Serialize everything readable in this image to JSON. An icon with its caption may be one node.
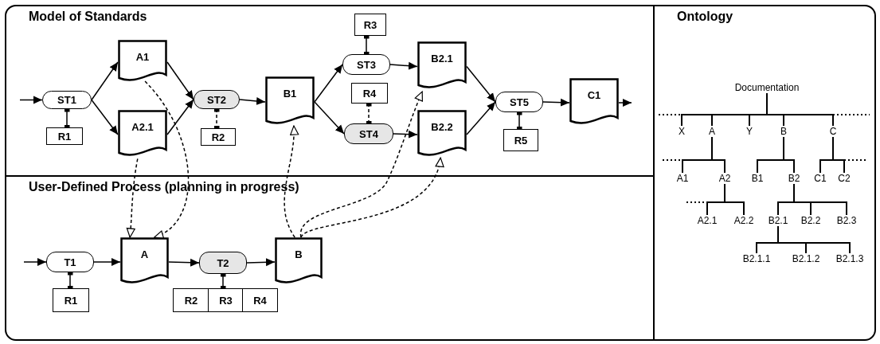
{
  "diagram": {
    "nodes": [
      {
        "text": [
          "Model of Standards"
        ]
      },
      {
        "text": [
          "ST1"
        ],
        "in": 0
      },
      {
        "text": [
          "R1"
        ],
        "in": 0
      },
      {
        "text": [
          "A1"
        ],
        "in": 0
      },
      {
        "text": [
          "A2.1"
        ],
        "in": 0
      },
      {
        "text": [
          "ST2"
        ],
        "in": 0
      },
      {
        "text": [
          "R2"
        ],
        "in": 0
      },
      {
        "text": [
          "B1"
        ],
        "in": 0
      },
      {
        "text": [
          "R3"
        ],
        "in": 0
      },
      {
        "text": [
          "ST3"
        ],
        "in": 0
      },
      {
        "text": [
          "R4"
        ],
        "in": 0
      },
      {
        "text": [
          "ST4"
        ],
        "in": 0
      },
      {
        "text": [
          "B2.1"
        ],
        "in": 0
      },
      {
        "text": [
          "B2.2"
        ],
        "in": 0
      },
      {
        "text": [
          "ST5"
        ],
        "in": 0
      },
      {
        "text": [
          "R5"
        ],
        "in": 0
      },
      {
        "text": [
          "C1"
        ],
        "in": 0
      },
      {
        "text": [
          "User-Defined Process (planning in progress)"
        ]
      },
      {
        "text": [
          "T1"
        ],
        "in": 17
      },
      {
        "text": [
          "R1"
        ],
        "in": 17
      },
      {
        "text": [
          "A"
        ],
        "in": 17
      },
      {
        "text": [
          "T2"
        ],
        "in": 17
      },
      {
        "text": [
          "R2"
        ],
        "in": 17
      },
      {
        "text": [
          "R3"
        ],
        "in": 17
      },
      {
        "text": [
          "R4"
        ],
        "in": 17
      },
      {
        "text": [
          "B"
        ],
        "in": 17
      },
      {
        "text": [
          "Ontology"
        ]
      },
      {
        "text": [
          "Documentation"
        ],
        "in": 26
      },
      {
        "text": [
          "X"
        ],
        "in": 26
      },
      {
        "text": [
          "A"
        ],
        "in": 26
      },
      {
        "text": [
          "Y"
        ],
        "in": 26
      },
      {
        "text": [
          "B"
        ],
        "in": 26
      },
      {
        "text": [
          "C"
        ],
        "in": 26
      },
      {
        "text": [
          "A1"
        ],
        "in": 26
      },
      {
        "text": [
          "A2"
        ],
        "in": 26
      },
      {
        "text": [
          "B1"
        ],
        "in": 26
      },
      {
        "text": [
          "B2"
        ],
        "in": 26
      },
      {
        "text": [
          "C1"
        ],
        "in": 26
      },
      {
        "text": [
          "C2"
        ],
        "in": 26
      },
      {
        "text": [
          "A2.1"
        ],
        "in": 26
      },
      {
        "text": [
          "A2.2"
        ],
        "in": 26
      },
      {
        "text": [
          "B2.1"
        ],
        "in": 26
      },
      {
        "text": [
          "B2.2"
        ],
        "in": 26
      },
      {
        "text": [
          "B2.3"
        ],
        "in": 26
      },
      {
        "text": [
          "B2.1.1"
        ],
        "in": 26
      },
      {
        "text": [
          "B2.1.2"
        ],
        "in": 26
      },
      {
        "text": [
          "B2.1.3"
        ],
        "in": 26
      }
    ],
    "edges": [
      {
        "from": null,
        "to": 1,
        "arrow": "to"
      },
      {
        "from": 1,
        "to": 3,
        "arrow": "to"
      },
      {
        "from": 1,
        "to": 4,
        "arrow": "to"
      },
      {
        "from": 1,
        "to": 2,
        "arrow": "other"
      },
      {
        "from": 3,
        "to": 5,
        "arrow": "to"
      },
      {
        "from": 4,
        "to": 5,
        "arrow": "to"
      },
      {
        "from": 5,
        "to": 6,
        "arrow": "other",
        "style": "dashed"
      },
      {
        "from": 5,
        "to": 7,
        "arrow": "to"
      },
      {
        "from": 7,
        "to": 9,
        "arrow": "to"
      },
      {
        "from": 7,
        "to": 11,
        "arrow": "to"
      },
      {
        "from": 9,
        "to": 8,
        "arrow": "other"
      },
      {
        "from": 11,
        "to": 10,
        "arrow": "other",
        "style": "dashed"
      },
      {
        "from": 9,
        "to": 12,
        "arrow": "to"
      },
      {
        "from": 11,
        "to": 13,
        "arrow": "to"
      },
      {
        "from": 12,
        "to": 14,
        "arrow": "to"
      },
      {
        "from": 13,
        "to": 14,
        "arrow": "to"
      },
      {
        "from": 14,
        "to": 15,
        "arrow": "other"
      },
      {
        "from": 14,
        "to": 16,
        "arrow": "to"
      },
      {
        "from": 16,
        "to": null,
        "arrow": "to"
      },
      {
        "from": null,
        "to": 18,
        "arrow": "to"
      },
      {
        "from": 18,
        "to": 20,
        "arrow": "to"
      },
      {
        "from": 18,
        "to": 19,
        "arrow": "other"
      },
      {
        "from": 20,
        "to": 21,
        "arrow": "to"
      },
      {
        "from": 21,
        "to": 23,
        "arrow": "other"
      },
      {
        "from": 21,
        "to": 25,
        "arrow": "to"
      },
      {
        "from": 4,
        "to": 20,
        "arrow": "to",
        "style": "dashed"
      },
      {
        "from": 3,
        "to": 20,
        "arrow": "to",
        "style": "dashed"
      },
      {
        "from": 25,
        "to": 7,
        "arrow": "to",
        "style": "dashed"
      },
      {
        "from": 25,
        "to": 12,
        "arrow": "to",
        "style": "dashed"
      },
      {
        "from": 25,
        "to": 13,
        "arrow": "to",
        "style": "dashed"
      },
      {
        "from": 27,
        "to": 28,
        "arrow": "none"
      },
      {
        "from": 27,
        "to": 29,
        "arrow": "none"
      },
      {
        "from": 27,
        "to": 30,
        "arrow": "none"
      },
      {
        "from": 27,
        "to": 31,
        "arrow": "none"
      },
      {
        "from": 27,
        "to": 32,
        "arrow": "none"
      },
      {
        "from": 29,
        "to": 33,
        "arrow": "none"
      },
      {
        "from": 29,
        "to": 34,
        "arrow": "none"
      },
      {
        "from": 31,
        "to": 35,
        "arrow": "none"
      },
      {
        "from": 31,
        "to": 36,
        "arrow": "none"
      },
      {
        "from": 32,
        "to": 37,
        "arrow": "none"
      },
      {
        "from": 32,
        "to": 38,
        "arrow": "none"
      },
      {
        "from": 34,
        "to": 39,
        "arrow": "none"
      },
      {
        "from": 34,
        "to": 40,
        "arrow": "none"
      },
      {
        "from": 36,
        "to": 41,
        "arrow": "none"
      },
      {
        "from": 36,
        "to": 42,
        "arrow": "none"
      },
      {
        "from": 36,
        "to": 43,
        "arrow": "none"
      },
      {
        "from": 41,
        "to": 44,
        "arrow": "none"
      },
      {
        "from": 41,
        "to": 45,
        "arrow": "none"
      },
      {
        "from": 41,
        "to": 46,
        "arrow": "none"
      }
    ]
  }
}
